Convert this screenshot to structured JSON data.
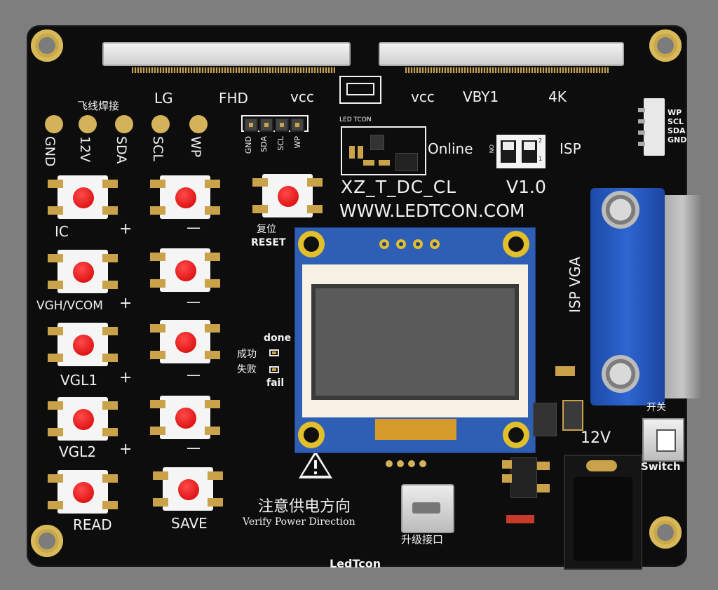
{
  "board": {
    "top_labels_left": {
      "lg": "LG",
      "fhd": "FHD",
      "vcc": "vcc"
    },
    "top_labels_right": {
      "vcc": "vcc",
      "vby1": "VBY1",
      "k4": "4K"
    },
    "flywire_title": "飞线焊接",
    "pad_labels": [
      "GND",
      "12V",
      "SDA",
      "SCL",
      "WP"
    ],
    "header_labels": [
      "GND",
      "SDA",
      "SCL",
      "WP"
    ],
    "led_tcon_label": "LED TCON",
    "conn_labels": [
      "WP",
      "SCL",
      "SDA",
      "GND"
    ],
    "online": "Online",
    "isp": "ISP",
    "dip_on": "ON",
    "dip_1": "1",
    "dip_2": "2",
    "model": "XZ_T_DC_CL",
    "version": "V1.0",
    "website": "WWW.LEDTCON.COM",
    "reset_cn": "复位",
    "reset_en": "RESET",
    "btn_labels": {
      "ic": "IC",
      "ic_plus": "+",
      "ic_minus": "—",
      "vgh": "VGH/VCOM",
      "vgh_plus": "+",
      "vgh_minus": "—",
      "vgl1": "VGL1",
      "vgl1_plus": "+",
      "vgl1_minus": "—",
      "vgl2": "VGL2",
      "vgl2_plus": "+",
      "vgl2_minus": "—",
      "read": "READ",
      "save": "SAVE"
    },
    "status": {
      "done": "done",
      "success": "成功",
      "fail_cn": "失败",
      "fail": "fail"
    },
    "isp_vga": "ISP  VGA",
    "warning_cn": "注意供电方向",
    "warning_en": "Verify Power Direction",
    "upgrade_port": "升级接口",
    "power": "12V",
    "switch_cn": "开关",
    "switch_en": "Switch",
    "brand": "LedTcon"
  },
  "colors": {
    "pcb": "#0d0d0d",
    "silkscreen": "#f2f2f2",
    "gold": "#d4b25a",
    "button_cap": "#e00000",
    "oled_pcb": "#2f5fb4",
    "vga_blue": "#2a5cc4"
  }
}
